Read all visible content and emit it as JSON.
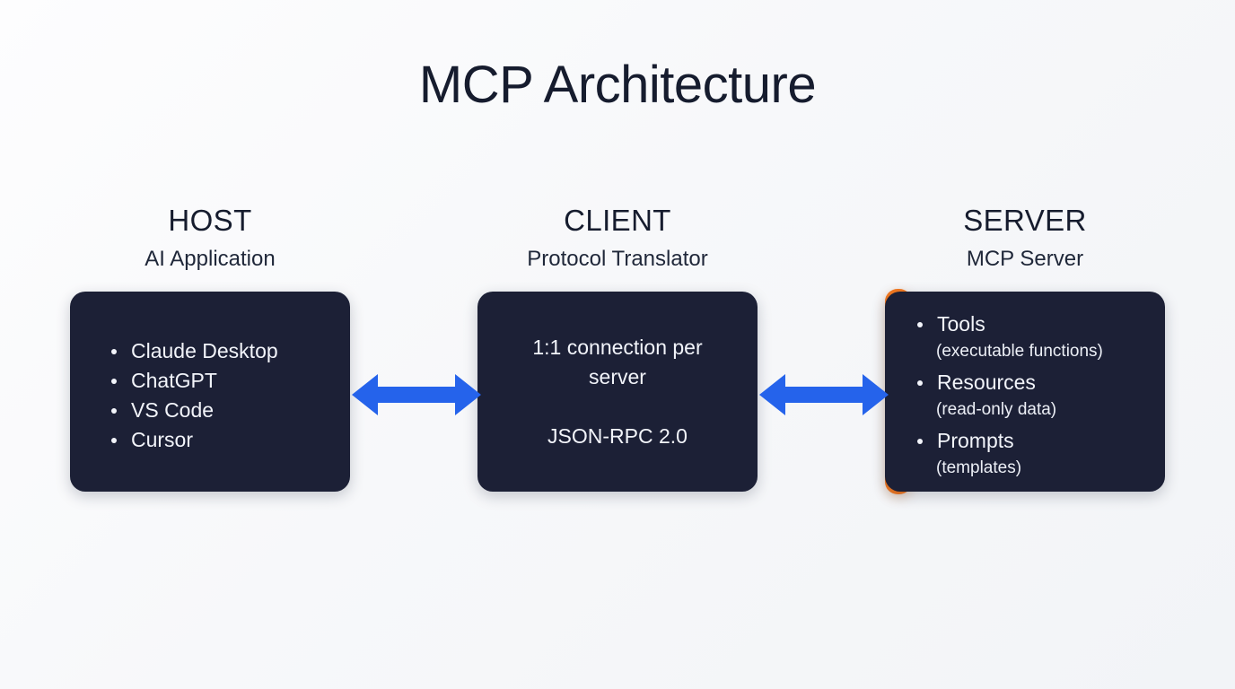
{
  "diagram": {
    "title": "MCP Architecture",
    "background_color": "#f7f8fa",
    "node_color": "#1c2036",
    "accent_color": "#f47920",
    "arrow_color": "#2563eb",
    "text_color": "#161c2e"
  },
  "columns": {
    "host": {
      "role": "HOST",
      "subtitle": "AI Application",
      "items": [
        {
          "label": "Claude Desktop"
        },
        {
          "label": "ChatGPT"
        },
        {
          "label": "VS Code"
        },
        {
          "label": "Cursor"
        }
      ]
    },
    "client": {
      "role": "CLIENT",
      "subtitle": "Protocol Translator",
      "line_a": "1:1 connection per server",
      "line_b": "JSON-RPC 2.0"
    },
    "server": {
      "role": "SERVER",
      "subtitle": "MCP Server",
      "items": [
        {
          "label": "Tools",
          "note": "(executable functions)"
        },
        {
          "label": "Resources",
          "note": "(read-only data)"
        },
        {
          "label": "Prompts",
          "note": "(templates)"
        }
      ]
    }
  },
  "connectors": [
    {
      "name": "host-client",
      "style": "double-headed-arrow"
    },
    {
      "name": "client-server",
      "style": "double-headed-arrow"
    }
  ]
}
